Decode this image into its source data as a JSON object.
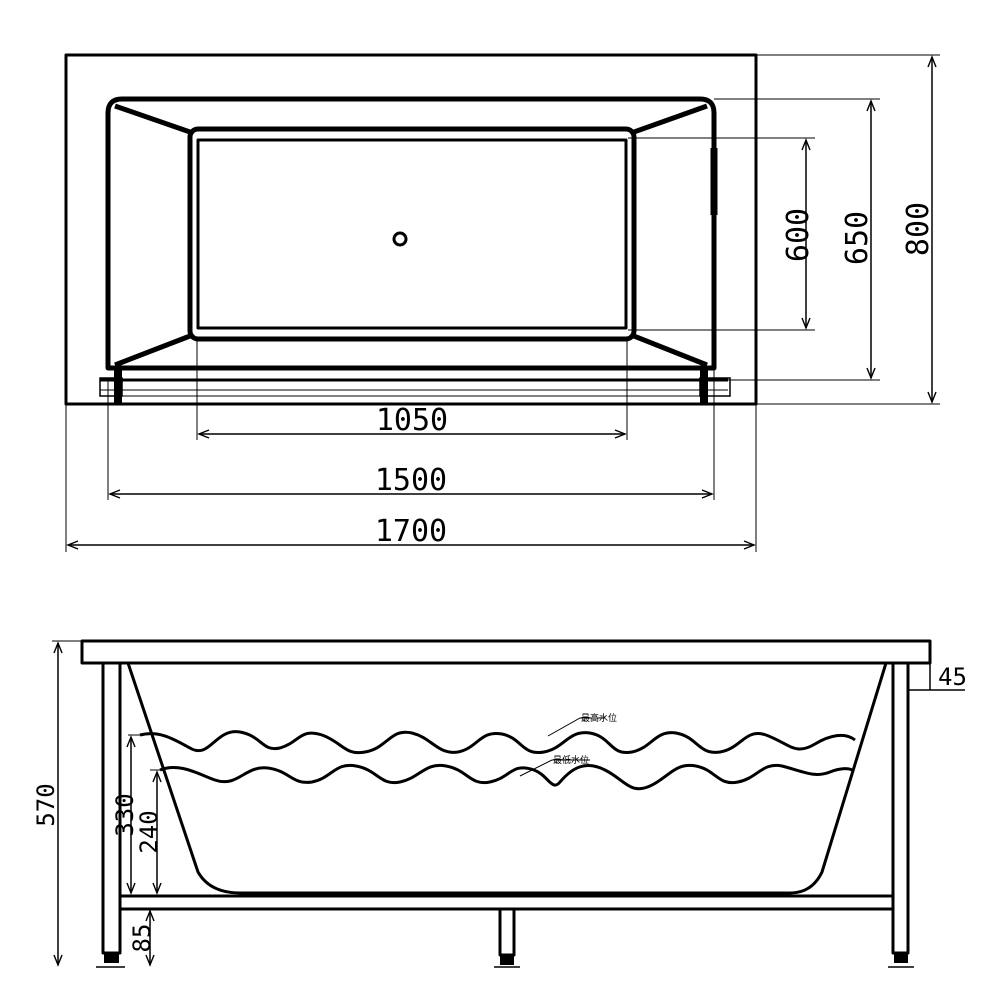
{
  "top_view": {
    "length_inner_bottom": "1050",
    "length_inner_rim": "1500",
    "length_overall": "1700",
    "width_inner_bottom": "600",
    "width_inner_rim": "650",
    "width_overall": "800"
  },
  "side_view": {
    "height_overall": "570",
    "rim_thickness": "45",
    "water_level_max": "330",
    "water_level_min": "240",
    "leg_height": "85",
    "label_max_water": "最高水位",
    "label_min_water": "最低水位"
  }
}
